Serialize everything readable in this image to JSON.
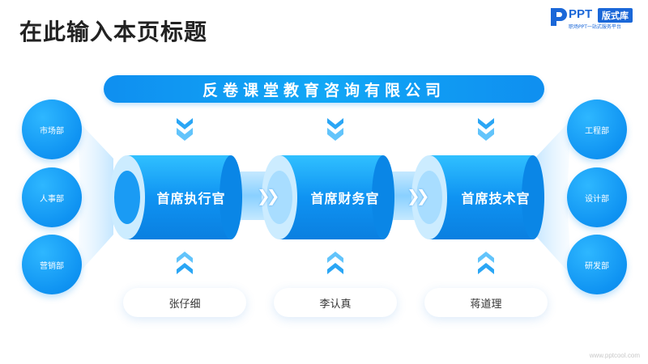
{
  "page": {
    "title": "在此输入本页标题"
  },
  "logo": {
    "brand": "PPT",
    "badge": "版式库",
    "tagline": "职场PPT一站式服务平台"
  },
  "organization": {
    "name": "反卷课堂教育咨询有限公司"
  },
  "left_departments": [
    "市场部",
    "人事部",
    "营销部"
  ],
  "right_departments": [
    "工程部",
    "设计部",
    "研发部"
  ],
  "roles": [
    {
      "title": "首席执行官",
      "person": "张仔细"
    },
    {
      "title": "首席财务官",
      "person": "李认真"
    },
    {
      "title": "首席技术官",
      "person": "蒋道理"
    }
  ],
  "footer": {
    "url": "www.pptcool.com"
  },
  "colors": {
    "primary": "#0f93f2",
    "light": "#e6f4ff",
    "text": "#222222"
  }
}
